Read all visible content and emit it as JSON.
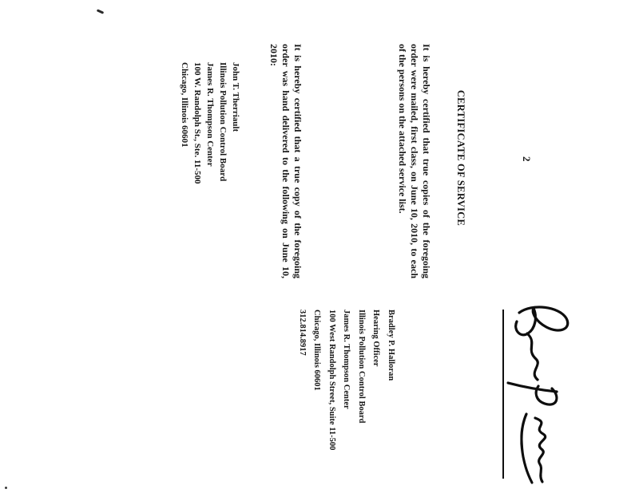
{
  "page": {
    "number": "2",
    "title": "CERTIFICATE OF SERVICE",
    "certify_mailed": "It is hereby certified that true copies of the foregoing order were mailed, first class, on June 10, 2010, to each of the persons on the attached service list.",
    "certify_hand_delivered": "It is hereby certified that a true copy of the foregoing order was hand delivered to the following on June 10, 2010:",
    "recipient": {
      "lines": [
        "John T. Therriault",
        "Illinois Pollution Control Board",
        "James R. Thompson Center",
        "100 W. Randolph St., Ste. 11-500",
        "Chicago, Illinois 60601"
      ]
    },
    "signer": {
      "lines": [
        "Bradley P. Halloran",
        "Hearing Officer",
        "Illinois Pollution Control Board",
        "James R. Thompson Center",
        "100 West Randolph Street, Suite 11-500",
        "Chicago, Illinois 60601",
        "312.814.8917"
      ]
    }
  }
}
